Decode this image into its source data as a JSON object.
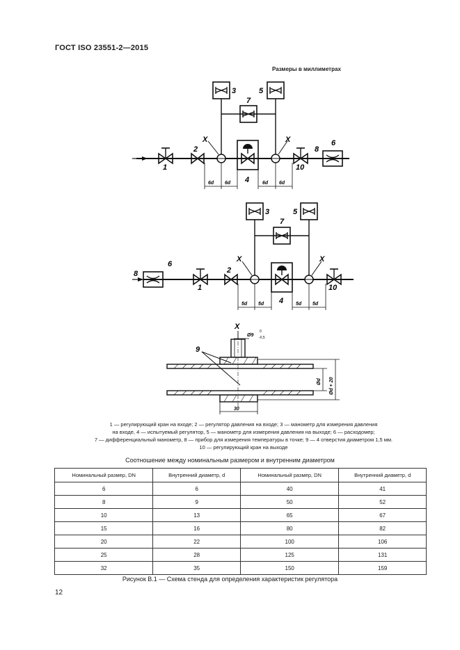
{
  "document": {
    "header": "ГОСТ ISO 23551-2—2015",
    "units_note": "Размеры в миллиметрах",
    "page_number": "12"
  },
  "figure": {
    "item_numbers": {
      "n1": "1",
      "n2": "2",
      "n3": "3",
      "n4": "4",
      "n5": "5",
      "n6": "6",
      "n7": "7",
      "n8": "8",
      "n9": "9",
      "n10": "10"
    },
    "tap_mark": "X",
    "dimensions": {
      "six_d": "6d",
      "five_d": "5d",
      "hole": "Ø9",
      "hole_tol_upper": "0",
      "hole_tol_lower": "-0,5",
      "pipe_d": "Ød",
      "pipe_outer": "Ød + 20",
      "length": "30"
    }
  },
  "legend": {
    "line1": "1 — регулирующий кран на входе; 2 — регулятор давления на входе; 3 — манометр для измерения давления",
    "line2": "на входе, 4 — испытуемый регулятор, 5 — манометр для измерения давления на выходе; 6 — расходомер;",
    "line3": "7 — дифференциальный манометр, 8 — прибор для измерения температуры в точке; 9 — 4 отверстия диаметром 1,5 мм.",
    "line4": "10 — регулирующий кран на выходе"
  },
  "table": {
    "title": "Соотношение между номинальным размером и внутренним диаметром",
    "headers": {
      "nominal": "Номинальный размер, DN",
      "inner": "Внутренний диаметр, d"
    },
    "rows": [
      [
        "6",
        "6",
        "40",
        "41"
      ],
      [
        "8",
        "9",
        "50",
        "52"
      ],
      [
        "10",
        "13",
        "65",
        "67"
      ],
      [
        "15",
        "16",
        "80",
        "82"
      ],
      [
        "20",
        "22",
        "100",
        "106"
      ],
      [
        "25",
        "28",
        "125",
        "131"
      ],
      [
        "32",
        "35",
        "150",
        "159"
      ]
    ]
  },
  "caption": "Рисунок B.1 — Схема стенда для определения характеристик регулятора"
}
